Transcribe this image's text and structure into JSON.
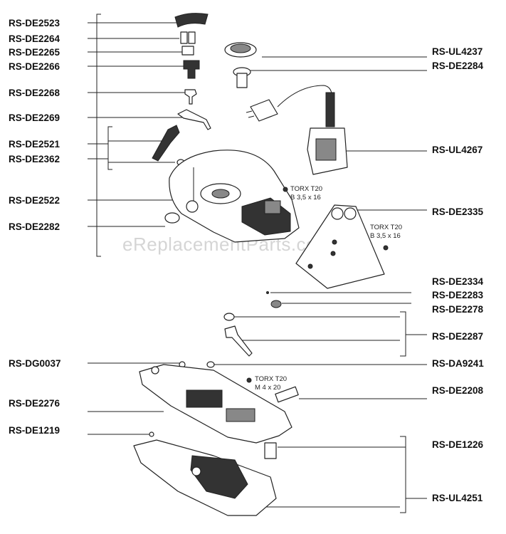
{
  "watermark": "eReplacementParts.com",
  "labels_left": [
    "RS-DE2523",
    "RS-DE2264",
    "RS-DE2265",
    "RS-DE2266",
    "RS-DE2268",
    "RS-DE2269",
    "RS-DE2521",
    "RS-DE2362",
    "RS-DE2522",
    "RS-DE2282",
    "RS-DG0037",
    "RS-DE2276",
    "RS-DE1219"
  ],
  "labels_right": [
    "RS-UL4237",
    "RS-DE2284",
    "RS-UL4267",
    "RS-DE2335",
    "RS-DE2334",
    "RS-DE2283",
    "RS-DE2278",
    "RS-DE2287",
    "RS-DA9241",
    "RS-DE2208",
    "RS-DE1226",
    "RS-UL4251"
  ],
  "notes": {
    "torx1_line1": "TORX T20",
    "torx1_line2": "B 3,5 x 16",
    "torx2_line1": "TORX T20",
    "torx2_line2": "B 3,5 x 16",
    "torx3_line1": "TORX T20",
    "torx3_line2": "M 4 x 20"
  }
}
